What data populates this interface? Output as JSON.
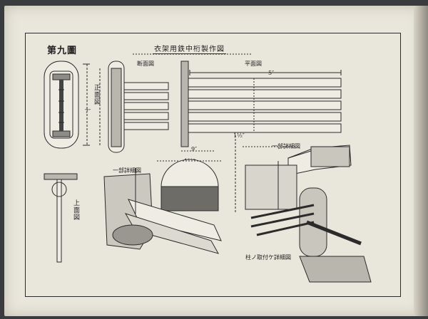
{
  "plate_label": "第九圖",
  "title": "衣架用鉄中桁製作図",
  "views": {
    "side_view": "断面図",
    "front_view": "正面図",
    "plan_view": "平面図",
    "top_view": "上面図",
    "part_detail_upper": "一部詳細図",
    "part_detail_left": "一部詳細図",
    "mount_detail": "柱ノ取付ケ詳細図"
  },
  "dimensions": {
    "overall_length": "5″",
    "height_front": "7″",
    "height_small": "1½″",
    "width_small": "9″",
    "width_detail": "1½″"
  },
  "colors": {
    "paper": "#e9e6dc",
    "ink": "#2b2b2b",
    "shade": "#8e8c86"
  }
}
